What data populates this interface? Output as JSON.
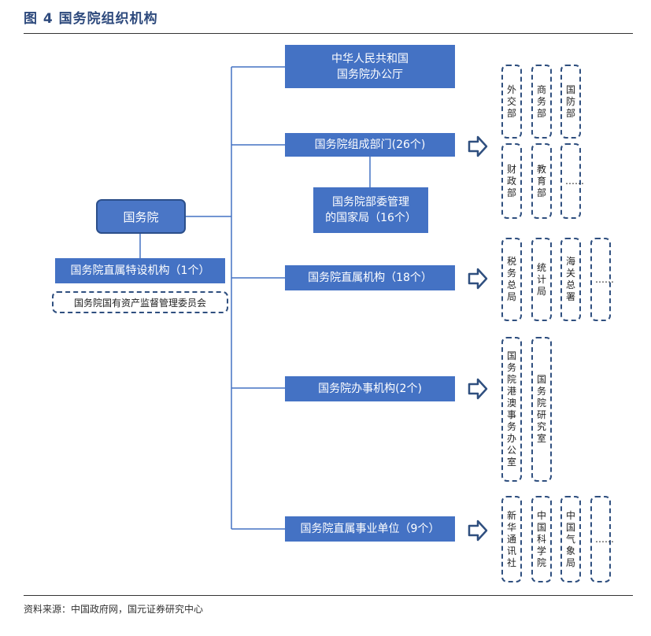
{
  "figure_title": "图 4 国务院组织机构",
  "root": "国务院",
  "special_org": "国务院直属特设机构（1个）",
  "special_child": "国务院国有资产监督管理委员会",
  "branches": {
    "general_office": "中华人民共和国\n国务院办公厅",
    "departments": "国务院组成部门(26个)",
    "dept_bureaus": "国务院部委管理\n的国家局（16个）",
    "direct": "国务院直属机构（18个）",
    "offices": "国务院办事机构(2个)",
    "institutions": "国务院直属事业单位（9个）"
  },
  "departments_items": [
    "外交部",
    "商务部",
    "国防部",
    "财政部",
    "教育部",
    "……"
  ],
  "direct_items": [
    "税务总局",
    "统计局",
    "海关总署",
    "……"
  ],
  "offices_items": [
    "国务院港澳事务办公室",
    "国务院研究室"
  ],
  "institutions_items": [
    "新华通讯社",
    "中国科学院",
    "中国气象局",
    "……"
  ],
  "source": "资料来源：中国政府网，国元证券研究中心",
  "colors": {
    "box": "#4472c4",
    "dash_border": "#2f4f7f",
    "title": "#2e4a7d"
  }
}
